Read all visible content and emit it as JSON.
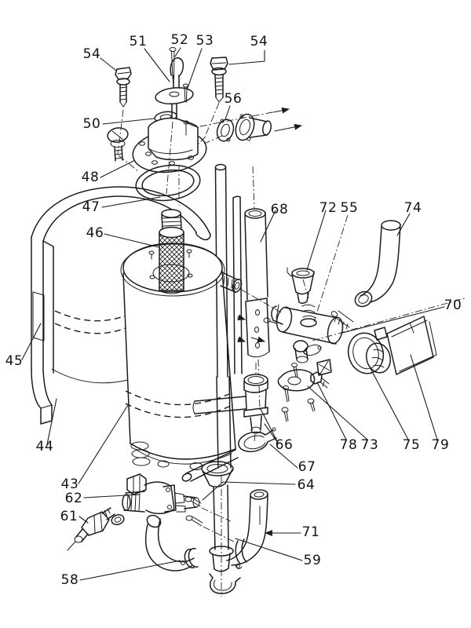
{
  "figure": {
    "type": "exploded-parts-diagram",
    "description": "Black-and-white exploded view line drawing of a cylindrical tank assembly with shroud, top flange, valve manifold, pump, tubes and fittings, annotated with hand-lettered part numbers and leader lines",
    "background_color": "#ffffff",
    "ink_color": "#1c1c1c"
  },
  "part_labels": [
    {
      "text": "54"
    },
    {
      "text": "51"
    },
    {
      "text": "52"
    },
    {
      "text": "53"
    },
    {
      "text": "54"
    },
    {
      "text": "56"
    },
    {
      "text": "50"
    },
    {
      "text": "48"
    },
    {
      "text": "47"
    },
    {
      "text": "46"
    },
    {
      "text": "45"
    },
    {
      "text": "44"
    },
    {
      "text": "43"
    },
    {
      "text": "62"
    },
    {
      "text": "61"
    },
    {
      "text": "58"
    },
    {
      "text": "68"
    },
    {
      "text": "72"
    },
    {
      "text": "55"
    },
    {
      "text": "74"
    },
    {
      "text": "70"
    },
    {
      "text": "66"
    },
    {
      "text": "67"
    },
    {
      "text": "64"
    },
    {
      "text": "78"
    },
    {
      "text": "73"
    },
    {
      "text": "75"
    },
    {
      "text": "79"
    },
    {
      "text": "71"
    },
    {
      "text": "59"
    }
  ]
}
